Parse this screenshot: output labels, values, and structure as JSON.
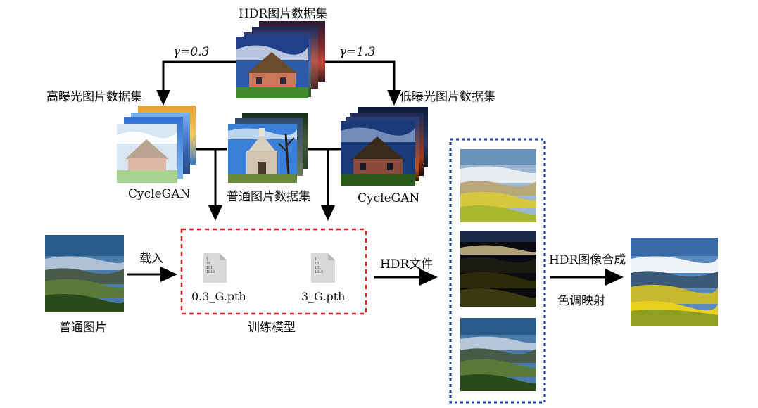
{
  "labels": {
    "hdr_dataset": "HDR图片数据集",
    "gamma_low": "γ=0.3",
    "gamma_high": "γ=1.3",
    "high_exposure_dataset": "高曝光图片数据集",
    "low_exposure_dataset": "低曝光图片数据集",
    "normal_dataset": "普通图片数据集",
    "cyclegan_left": "CycleGAN",
    "cyclegan_right": "CycleGAN",
    "normal_image": "普通图片",
    "load": "载入",
    "model_a": "0.3_G.pth",
    "model_b": "3_G.pth",
    "train_model": "训练模型",
    "hdr_file": "HDR文件",
    "hdr_synthesis": "HDR图像合成",
    "tone_mapping": "色调映射"
  },
  "file_icon_text": {
    "a": [
      "1",
      "10",
      "101",
      "1010"
    ],
    "b": [
      "1",
      "10",
      "101",
      "1010"
    ]
  },
  "colors": {
    "red_dashed_box": "#e02020",
    "blue_dotted_box": "#1a3a9c",
    "arrow": "#000000"
  }
}
